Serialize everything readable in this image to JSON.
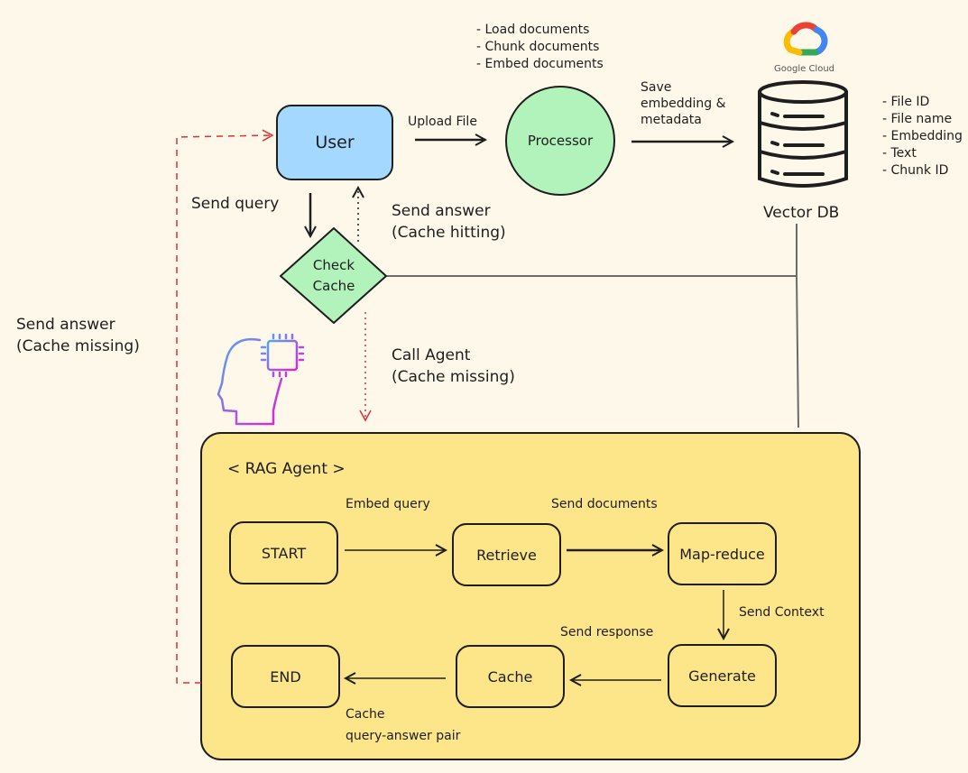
{
  "colors": {
    "background": "#fdf8ea",
    "user_fill": "#a5d8ff",
    "green_fill": "#b2f2bb",
    "agent_fill": "#fde58a",
    "dashed_red": "#e03131",
    "stroke": "#1e1e1e",
    "gray_line": "#6b6b6b"
  },
  "nodes": {
    "user": "User",
    "processor": "Processor",
    "check_cache": [
      "Check",
      "Cache"
    ],
    "vector_db": "Vector DB",
    "google_cloud": "Google Cloud",
    "rag_agent_title": "< RAG Agent >",
    "start": "START",
    "retrieve": "Retrieve",
    "map_reduce": "Map-reduce",
    "generate": "Generate",
    "cache": "Cache",
    "end": "END"
  },
  "processor_notes": [
    "- Load documents",
    "- Chunk documents",
    "- Embed documents"
  ],
  "db_fields": [
    "- File ID",
    "- File name",
    "- Embedding",
    "- Text",
    "- Chunk ID"
  ],
  "edges": {
    "upload_file": "Upload File",
    "save_embedding": [
      "Save",
      "embedding &",
      "metadata"
    ],
    "send_query": "Send query",
    "send_answer_hit": [
      "Send answer",
      "(Cache hitting)"
    ],
    "send_answer_miss": [
      "Send answer",
      "(Cache missing)"
    ],
    "call_agent": [
      "Call Agent",
      "(Cache missing)"
    ],
    "embed_query": "Embed query",
    "send_documents": "Send documents",
    "send_context": "Send Context",
    "send_response": "Send response",
    "cache_pair": [
      "Cache",
      "query-answer pair"
    ]
  },
  "icons": {
    "ai_head": "ai-head-icon",
    "database": "database-icon",
    "google_cloud": "google-cloud-logo"
  }
}
